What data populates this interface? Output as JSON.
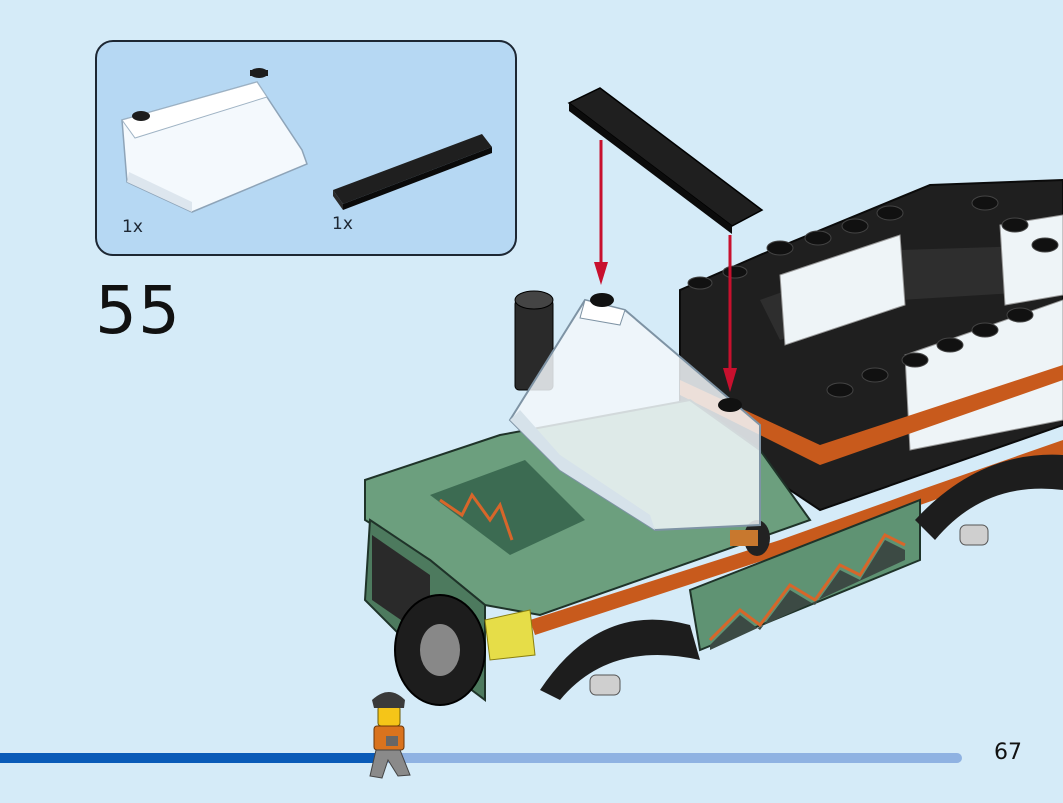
{
  "parts_list": {
    "items": [
      {
        "part": "transparent-windscreen",
        "quantity_label": "1x"
      },
      {
        "part": "black-tile-1x6",
        "quantity_label": "1x"
      }
    ]
  },
  "step": {
    "number": "55"
  },
  "page": {
    "number": "67"
  },
  "progress": {
    "fraction": 0.39
  },
  "colors": {
    "background": "#d5ebf8",
    "parts_box": "#b6d8f3",
    "truck_green": "#6c9f7e",
    "orange_trim": "#c85a1c",
    "arrow_red": "#c8102e",
    "progress_fill": "#0a5bb8",
    "progress_track": "#8fb2e2"
  }
}
